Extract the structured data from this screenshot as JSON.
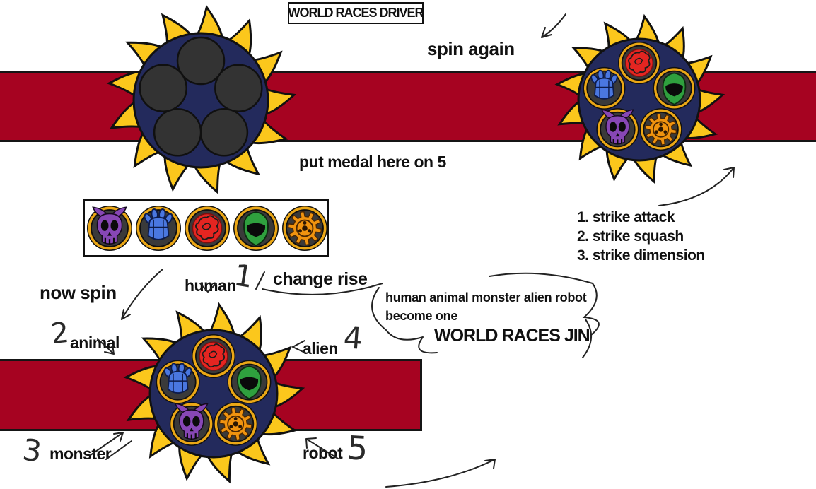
{
  "title": "WORLD RACES DRIVER",
  "annotations": {
    "spin_again": "spin again",
    "put_medal": "put medal here on 5",
    "now_spin": "now spin",
    "change_rise": "change rise",
    "strikes": [
      "1. strike attack",
      "2. strike squash",
      "3. strike dimension"
    ]
  },
  "bubble": {
    "line1": "human animal monster alien robot",
    "line2": "become one",
    "line3": "WORLD RACES JIN"
  },
  "labels": {
    "human": {
      "text": "human",
      "number": "1"
    },
    "animal": {
      "text": "animal",
      "number": "2"
    },
    "monster": {
      "text": "monster",
      "number": "3"
    },
    "alien": {
      "text": "alien",
      "number": "4"
    },
    "robot": {
      "text": "robot",
      "number": "5"
    }
  },
  "tray": {
    "medals": [
      "monster",
      "animal",
      "human",
      "alien",
      "robot"
    ]
  },
  "wheels": [
    {
      "name": "empty-driver-wheel",
      "medals": null
    },
    {
      "name": "spun-driver-wheel",
      "medals": [
        "human",
        "alien",
        "robot",
        "monster",
        "animal"
      ]
    },
    {
      "name": "labeled-driver-wheel",
      "medals": [
        "human",
        "alien",
        "robot",
        "monster",
        "animal"
      ]
    }
  ],
  "colors": {
    "belt_red": "#a60321",
    "blade_yellow": "#fbc71c",
    "disc_navy": "#232a5c",
    "slot_gray": "#333333",
    "ring_gold": "#eba716",
    "medal_face": "#3a3a3a",
    "human_red": "#e52521",
    "animal_blue": "#4a77e0",
    "monster_purple": "#8747b5",
    "alien_green": "#2fa03e",
    "robot_orange": "#f0930f",
    "ink": "#111111"
  }
}
